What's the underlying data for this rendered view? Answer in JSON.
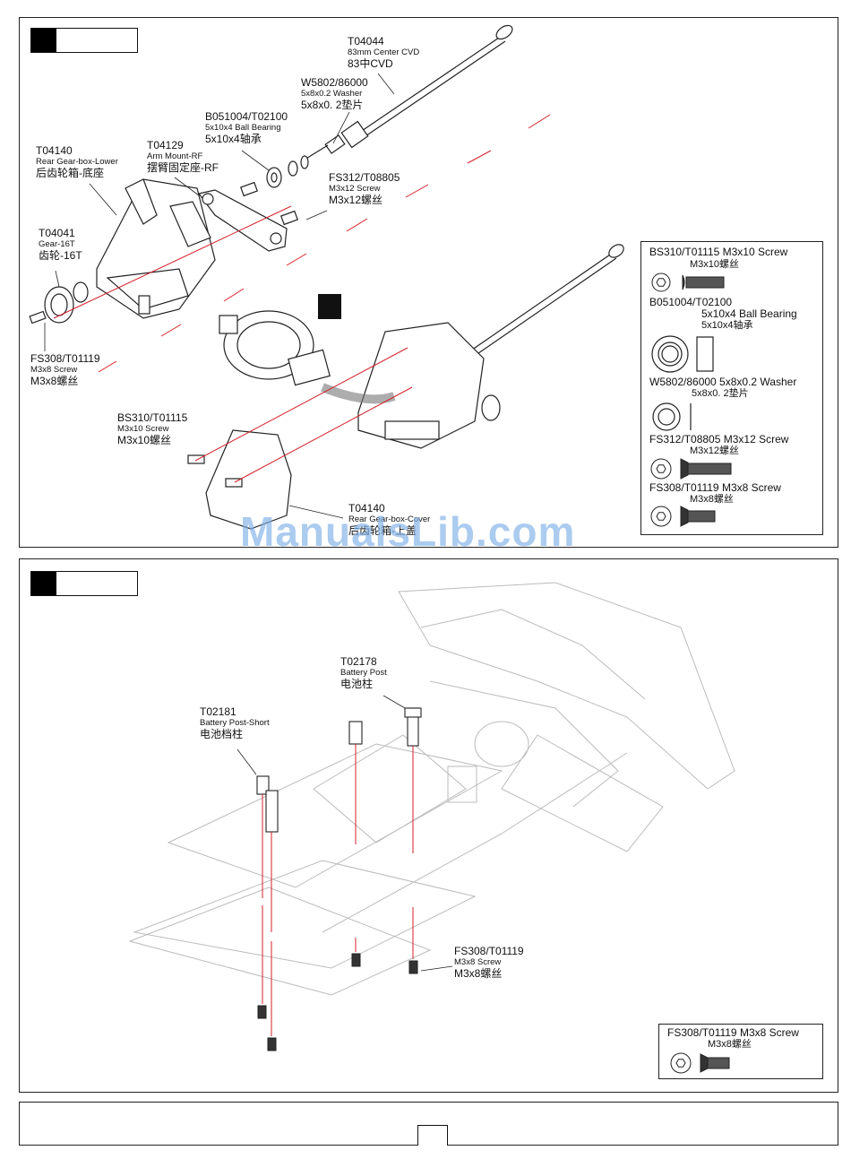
{
  "step1": {
    "labels": {
      "center_cvd": {
        "code": "T04044",
        "desc": "83mm Center CVD",
        "cn": "83中CVD"
      },
      "washer": {
        "code": "W5802/86000",
        "desc": "5x8x0.2 Washer",
        "cn": "5x8x0. 2垫片"
      },
      "bearing": {
        "code": "B051004/T02100",
        "desc": "5x10x4 Ball Bearing",
        "cn": "5x10x4轴承"
      },
      "gearbox_lower": {
        "code": "T04140",
        "desc": "Rear Gear-box-Lower",
        "cn": "后齿轮箱-底座"
      },
      "arm_mount": {
        "code": "T04129",
        "desc": "Arm Mount-RF",
        "cn": "摆臂固定座-RF"
      },
      "screw_m3x12": {
        "code": "FS312/T08805",
        "desc": "M3x12 Screw",
        "cn": "M3x12螺丝"
      },
      "gear": {
        "code": "T04041",
        "desc": "Gear-16T",
        "cn": "齿轮-16T"
      },
      "screw_m3x8": {
        "code": "FS308/T01119",
        "desc": "M3x8 Screw",
        "cn": "M3x8螺丝"
      },
      "screw_m3x10": {
        "code": "BS310/T01115",
        "desc": "M3x10 Screw",
        "cn": "M3x10螺丝"
      },
      "gearbox_cover": {
        "code": "T04140",
        "desc": "Rear Gear-box-Cover",
        "cn": "后齿轮箱-上盖"
      }
    },
    "parts_box": {
      "bs310_title": "BS310/T01115 M3x10 Screw",
      "bs310_cn": "M3x10螺丝",
      "b051004_title": "B051004/T02100",
      "b051004_desc": "5x10x4 Ball Bearing",
      "b051004_cn": "5x10x4轴承",
      "w5802_title": "W5802/86000 5x8x0.2 Washer",
      "w5802_cn": "5x8x0. 2垫片",
      "fs312_title": "FS312/T08805 M3x12 Screw",
      "fs312_cn": "M3x12螺丝",
      "fs308_title": "FS308/T01119 M3x8 Screw",
      "fs308_cn": "M3x8螺丝"
    }
  },
  "step2": {
    "labels": {
      "battery_post": {
        "code": "T02178",
        "desc": "Battery Post",
        "cn": "电池柱"
      },
      "battery_post_short": {
        "code": "T02181",
        "desc": "Battery Post-Short",
        "cn": "电池档柱"
      },
      "screw_m3x8": {
        "code": "FS308/T01119",
        "desc": "M3x8 Screw",
        "cn": "M3x8螺丝"
      }
    },
    "parts_box": {
      "fs308_title": "FS308/T01119 M3x8 Screw",
      "fs308_cn": "M3x8螺丝"
    }
  },
  "watermark": "ManualsLib.com",
  "colors": {
    "guide_line": "#d4202a",
    "ink": "#111111",
    "watermark": "#7fb0e8"
  }
}
